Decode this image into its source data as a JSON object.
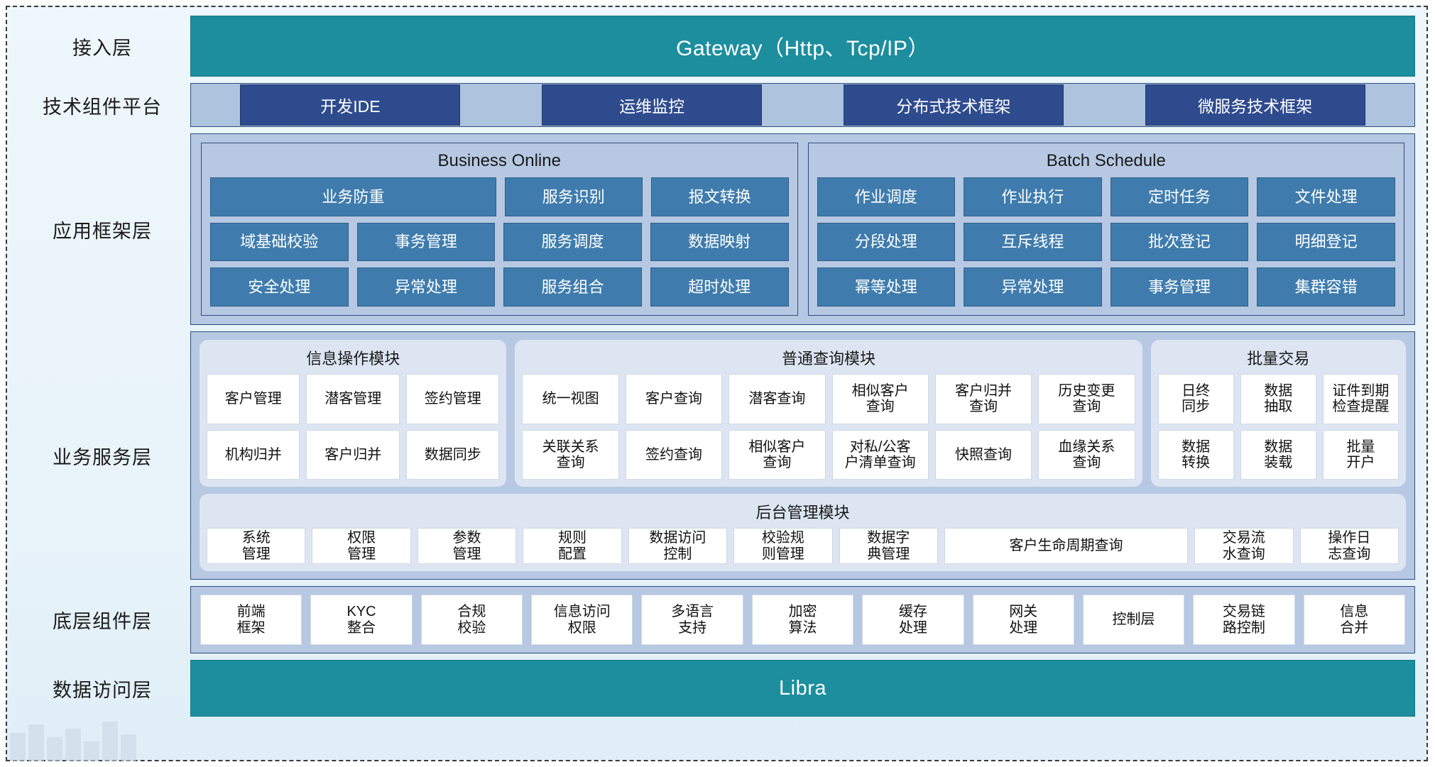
{
  "rows": [
    {
      "label": "接入层"
    },
    {
      "label": "技术组件平台"
    },
    {
      "label": "应用框架层"
    },
    {
      "label": "业务服务层"
    },
    {
      "label": "底层组件层"
    },
    {
      "label": "数据访问层"
    }
  ],
  "gateway": {
    "title": "Gateway（Http、Tcp/IP）"
  },
  "data_access": {
    "title": "Libra"
  },
  "tech_platform": {
    "items": [
      {
        "label": "开发IDE"
      },
      {
        "label": "运维监控"
      },
      {
        "label": "分布式技术框架"
      },
      {
        "label": "微服务技术框架"
      }
    ]
  },
  "app_framework": {
    "panels": [
      {
        "title": "Business Online",
        "rows": [
          [
            {
              "label": "业务防重",
              "span": 2
            },
            {
              "label": "服务识别"
            },
            {
              "label": "报文转换"
            }
          ],
          [
            {
              "label": "域基础校验"
            },
            {
              "label": "事务管理"
            },
            {
              "label": "服务调度"
            },
            {
              "label": "数据映射"
            }
          ],
          [
            {
              "label": "安全处理"
            },
            {
              "label": "异常处理"
            },
            {
              "label": "服务组合"
            },
            {
              "label": "超时处理"
            }
          ]
        ]
      },
      {
        "title": "Batch Schedule",
        "rows": [
          [
            {
              "label": "作业调度"
            },
            {
              "label": "作业执行"
            },
            {
              "label": "定时任务"
            },
            {
              "label": "文件处理"
            }
          ],
          [
            {
              "label": "分段处理"
            },
            {
              "label": "互斥线程"
            },
            {
              "label": "批次登记"
            },
            {
              "label": "明细登记"
            }
          ],
          [
            {
              "label": "幂等处理"
            },
            {
              "label": "异常处理"
            },
            {
              "label": "事务管理"
            },
            {
              "label": "集群容错"
            }
          ]
        ]
      }
    ]
  },
  "business_service": {
    "top_modules": [
      {
        "title": "信息操作模块",
        "rows": [
          [
            {
              "label": "客户管理"
            },
            {
              "label": "潜客管理"
            },
            {
              "label": "签约管理"
            }
          ],
          [
            {
              "label": "机构归并"
            },
            {
              "label": "客户归并"
            },
            {
              "label": "数据同步"
            }
          ]
        ]
      },
      {
        "title": "普通查询模块",
        "rows": [
          [
            {
              "label": "统一视图"
            },
            {
              "label": "客户查询"
            },
            {
              "label": "潜客查询"
            },
            {
              "label": "相似客户\n查询"
            },
            {
              "label": "客户归并\n查询"
            },
            {
              "label": "历史变更\n查询"
            }
          ],
          [
            {
              "label": "关联关系\n查询"
            },
            {
              "label": "签约查询"
            },
            {
              "label": "相似客户\n查询"
            },
            {
              "label": "对私/公客\n户清单查询"
            },
            {
              "label": "快照查询"
            },
            {
              "label": "血缘关系\n查询"
            }
          ]
        ]
      },
      {
        "title": "批量交易",
        "rows": [
          [
            {
              "label": "日终\n同步"
            },
            {
              "label": "数据\n抽取"
            },
            {
              "label": "证件到期\n检查提醒"
            }
          ],
          [
            {
              "label": "数据\n转换"
            },
            {
              "label": "数据\n装载"
            },
            {
              "label": "批量\n开户"
            }
          ]
        ]
      }
    ],
    "admin_module": {
      "title": "后台管理模块",
      "items": [
        {
          "label": "系统\n管理"
        },
        {
          "label": "权限\n管理"
        },
        {
          "label": "参数\n管理"
        },
        {
          "label": "规则\n配置"
        },
        {
          "label": "数据访问\n控制"
        },
        {
          "label": "校验规\n则管理"
        },
        {
          "label": "数据字\n典管理"
        },
        {
          "label": "客户生命周期查询",
          "wide": true
        },
        {
          "label": "交易流\n水查询"
        },
        {
          "label": "操作日\n志查询"
        }
      ]
    }
  },
  "component_layer": {
    "items": [
      {
        "label": "前端\n框架"
      },
      {
        "label": "KYC\n整合"
      },
      {
        "label": "合规\n校验"
      },
      {
        "label": "信息访问\n权限"
      },
      {
        "label": "多语言\n支持"
      },
      {
        "label": "加密\n算法"
      },
      {
        "label": "缓存\n处理"
      },
      {
        "label": "网关\n处理"
      },
      {
        "label": "控制层",
        "wide": true
      },
      {
        "label": "交易链\n路控制"
      },
      {
        "label": "信息\n合并"
      }
    ]
  },
  "colors": {
    "teal": "#1c8e9e",
    "navy": "#2e4b8e",
    "steel": "#3f7cad",
    "band": "#aec3dd",
    "panel": "#b6c8e2",
    "module": "#dde5f2"
  }
}
